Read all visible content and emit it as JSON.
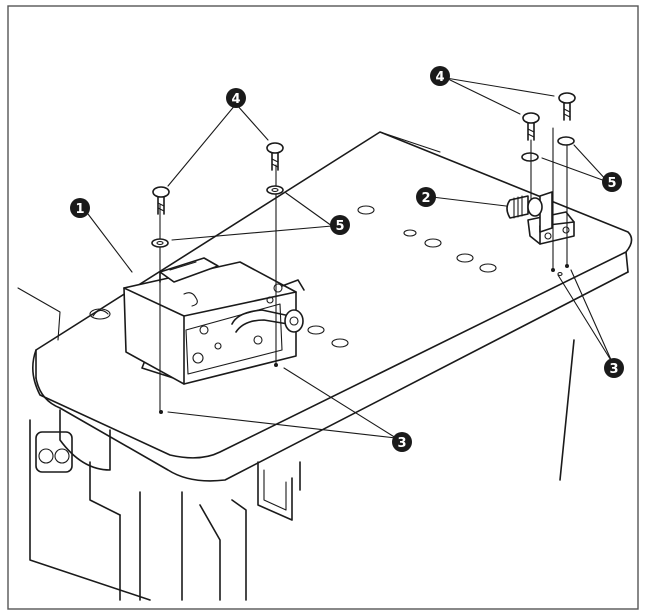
{
  "callouts": {
    "c1": "1",
    "c2": "2",
    "c3a": "3",
    "c3b": "3",
    "c4a": "4",
    "c4b": "4",
    "c5a": "5",
    "c5b": "5"
  },
  "colors": {
    "line": "#1a1a1a",
    "callout_fill": "#1a1a1a",
    "callout_text": "#ffffff",
    "background": "#ffffff",
    "frame": "#555555"
  }
}
